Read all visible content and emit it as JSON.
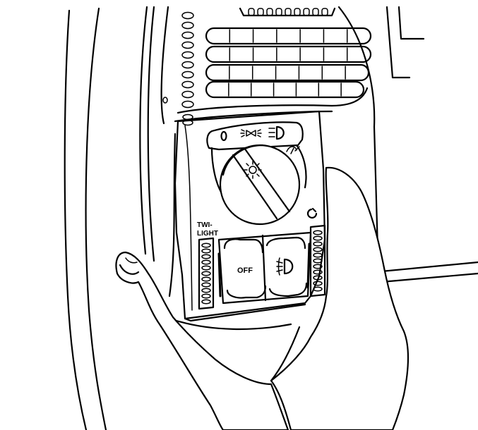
{
  "labels": {
    "twilight_line1": "TWI-",
    "twilight_line2": "LIGHT",
    "off_button": "OFF"
  },
  "icons": [
    "parking-light-icon",
    "low-beam-icon",
    "headlamp-icon",
    "interior-light-icon",
    "panel-dimmer-icon",
    "fog-lamp-icon",
    "twilight-sentinel-icon"
  ],
  "colors": {
    "line": "#000000",
    "background": "#ffffff"
  }
}
